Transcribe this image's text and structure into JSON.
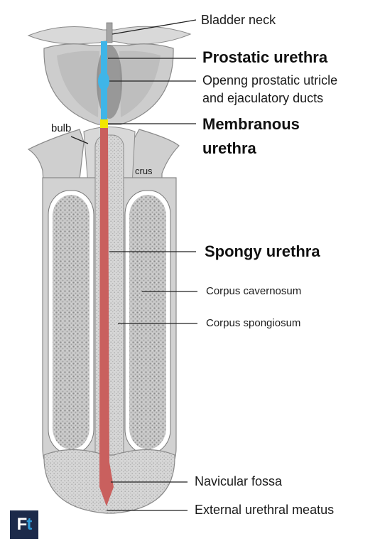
{
  "labels": {
    "bladder_neck": "Bladder neck",
    "prostatic_urethra": "Prostatic urethra",
    "utricle_line1": "Openng prostatic utricle",
    "utricle_line2": "and ejaculatory ducts",
    "membranous_line1": "Membranous",
    "membranous_line2": "urethra",
    "bulb": "bulb",
    "crus": "crus",
    "spongy_urethra": "Spongy urethra",
    "corpus_cavernosum": "Corpus cavernosum",
    "corpus_spongiosum": "Corpus spongiosum",
    "navicular_fossa": "Navicular fossa",
    "external_meatus": "External urethral meatus"
  },
  "logo": {
    "letter1": "F",
    "letter2": "t"
  },
  "colors": {
    "prostatic": "#3fb5e8",
    "membranous": "#f2e600",
    "spongy": "#c9605e",
    "tissue": "#cfcfcf",
    "tissue_dark": "#9a9a9a",
    "leader": "#222222"
  }
}
